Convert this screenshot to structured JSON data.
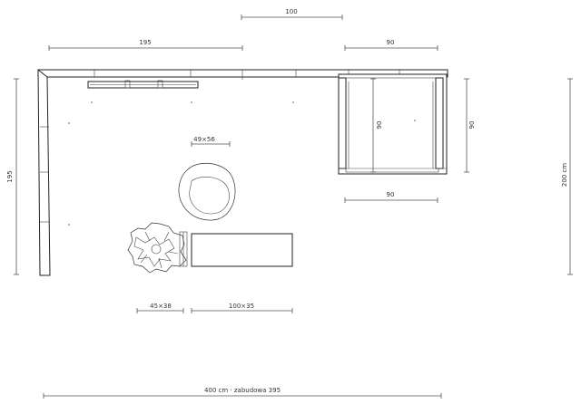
{
  "dimensions": {
    "top_100": "100",
    "top_195": "195",
    "top_90": "90",
    "left_195": "195",
    "right_200": "200 cm",
    "cabinet_inner_90_v": "90",
    "cabinet_side_90_v": "90",
    "cabinet_bottom_90": "90",
    "chair_49x56": "49×56",
    "plant_45x38": "45×38",
    "bench_100x35": "100×35",
    "total_bottom": "400 cm · zabudowa 395"
  },
  "objects": {
    "armchair": "armchair",
    "plant": "plant",
    "bench": "bench",
    "cabinet": "cabinet",
    "wall_shelf": "wall-shelf"
  },
  "colors": {
    "line": "#222222",
    "dimension": "#555555",
    "text": "#333333",
    "background": "#ffffff"
  }
}
